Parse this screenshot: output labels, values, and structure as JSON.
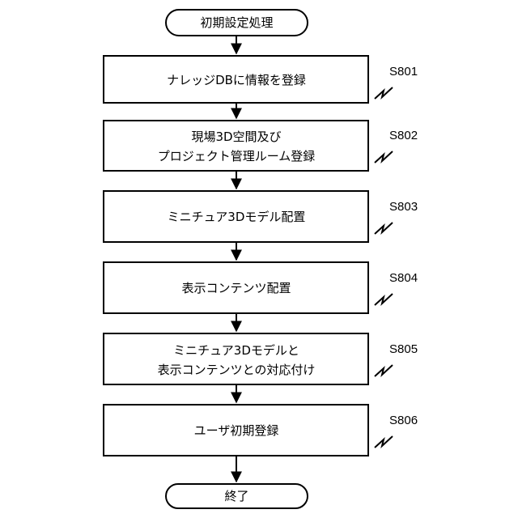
{
  "start": "初期設定処理",
  "end": "終了",
  "steps": [
    {
      "id": "S801",
      "lines": [
        "ナレッジDBに情報を登録"
      ]
    },
    {
      "id": "S802",
      "lines": [
        "現場3D空間及び",
        "プロジェクト管理ルーム登録"
      ]
    },
    {
      "id": "S803",
      "lines": [
        "ミニチュア3Dモデル配置"
      ]
    },
    {
      "id": "S804",
      "lines": [
        "表示コンテンツ配置"
      ]
    },
    {
      "id": "S805",
      "lines": [
        "ミニチュア3Dモデルと",
        "表示コンテンツとの対応付け"
      ]
    },
    {
      "id": "S806",
      "lines": [
        "ユーザ初期登録"
      ]
    }
  ]
}
